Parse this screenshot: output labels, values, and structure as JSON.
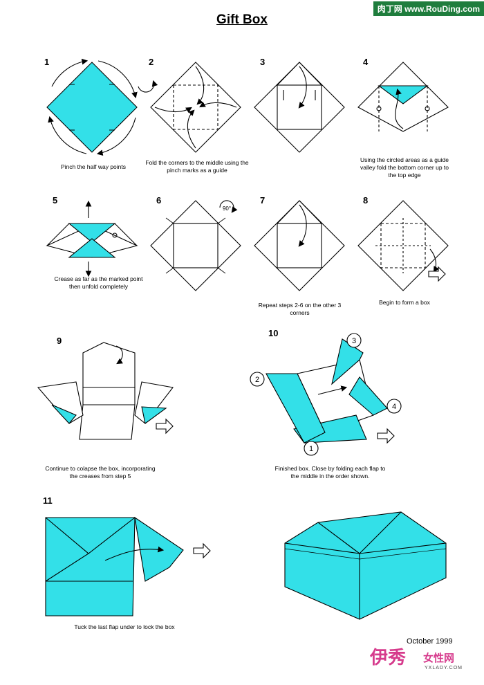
{
  "watermark": "肉丁网 www.RouDing.com",
  "title": "Gift Box",
  "steps": [
    {
      "num": "1",
      "caption": "Pinch the half way points"
    },
    {
      "num": "2",
      "caption": "Fold the corners to the middle using the pinch marks as a guide"
    },
    {
      "num": "3",
      "caption": ""
    },
    {
      "num": "4",
      "caption": "Using the circled areas as a guide valley fold the bottom corner up to the top edge"
    },
    {
      "num": "5",
      "caption": "Crease as far as the marked point then unfold completely"
    },
    {
      "num": "6",
      "caption": ""
    },
    {
      "num": "7",
      "caption": "Repeat steps 2-6 on the other 3 corners"
    },
    {
      "num": "8",
      "caption": "Begin to form a box"
    },
    {
      "num": "9",
      "caption": "Continue to colapse the box, incorporating the creases from step 5"
    },
    {
      "num": "10",
      "caption": "Finished box. Close by folding each flap to the middle in the order shown."
    },
    {
      "num": "11",
      "caption": "Tuck the last flap under to lock the box"
    }
  ],
  "rotation_label": "90°",
  "order_markers": [
    "1",
    "2",
    "3",
    "4"
  ],
  "copyright": "October 1999",
  "brand": {
    "name": "伊秀",
    "sub": "女性网",
    "url": "YXLADY.COM"
  },
  "colors": {
    "paper": "#33e0e8",
    "line": "#000000",
    "watermark_bg": "#1f7d3d",
    "brand": "#d63a8c"
  }
}
